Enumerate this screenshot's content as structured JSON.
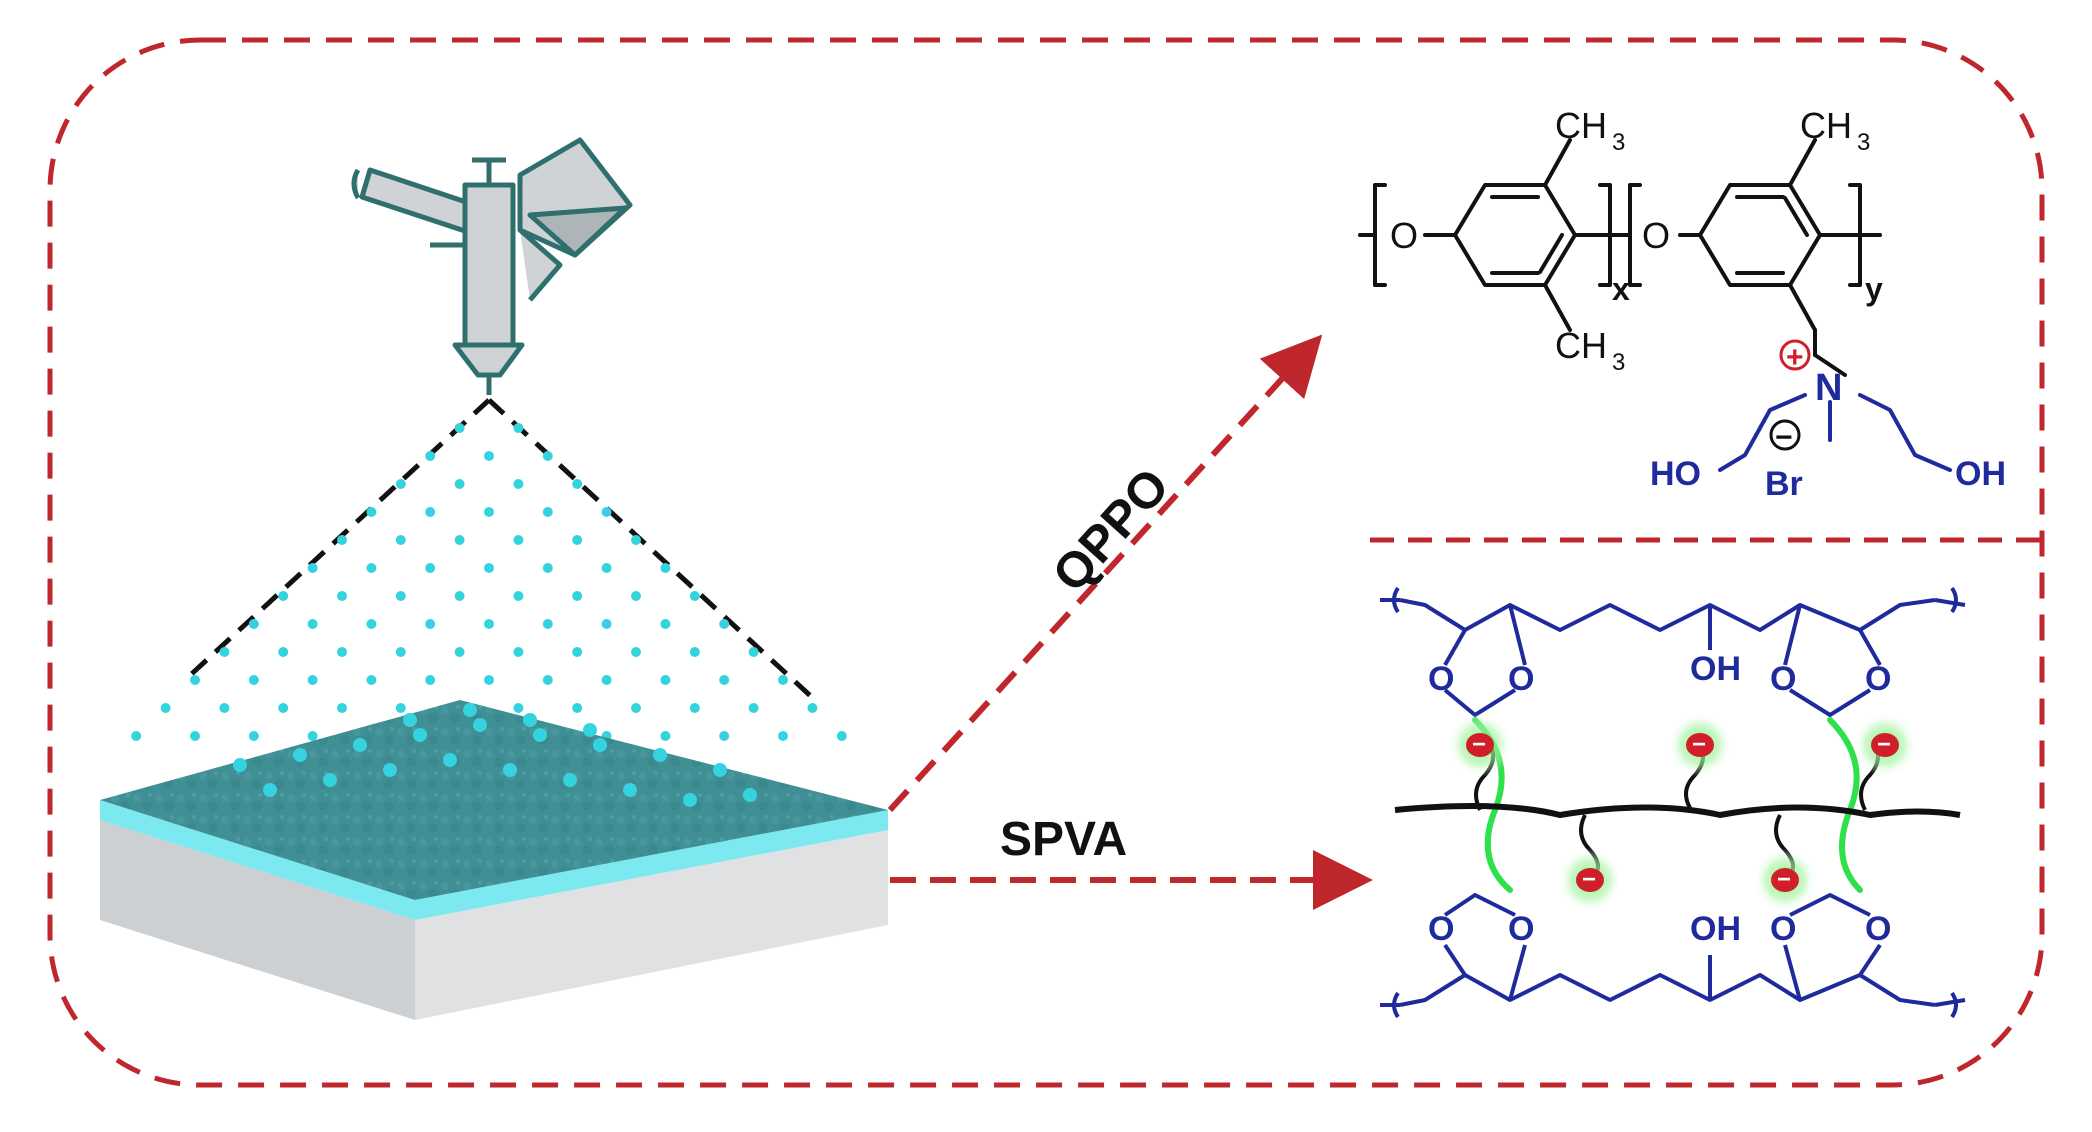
{
  "colors": {
    "border": "#c0272d",
    "arrow": "#c0272d",
    "nozzle": "#2f6f6e",
    "nozzle_fill": "#cfd3d6",
    "droplet": "#35d3df",
    "film_top": "#3f8f94",
    "film_edge": "#7ce8ef",
    "substrate_front": "#cdd0d3",
    "substrate_side": "#dfe1e3",
    "qppo_chain": "#111111",
    "qppo_side": "#1f2a9c",
    "cation": "#d01f2a",
    "spva_ring": "#1f2a9c",
    "crosslink": "#2ee04a",
    "anion_glow": "#7bf078"
  },
  "labels": {
    "qppo": "QPPO",
    "spva": "SPVA"
  },
  "qppo_structure": {
    "methyl_top_left": "CH",
    "methyl_top_right": "CH",
    "methyl_bottom": "CH",
    "methyl_sub": "3",
    "oxygen": "O",
    "subscript_x": "x",
    "subscript_y": "y",
    "nitrogen": "N",
    "plus": "+",
    "minus": "−",
    "bromide": "Br",
    "hydroxyl_left": "HO",
    "hydroxyl_right": "OH"
  },
  "spva_structure": {
    "oxygen": "O",
    "hydroxyl": "OH",
    "anion": "−"
  }
}
